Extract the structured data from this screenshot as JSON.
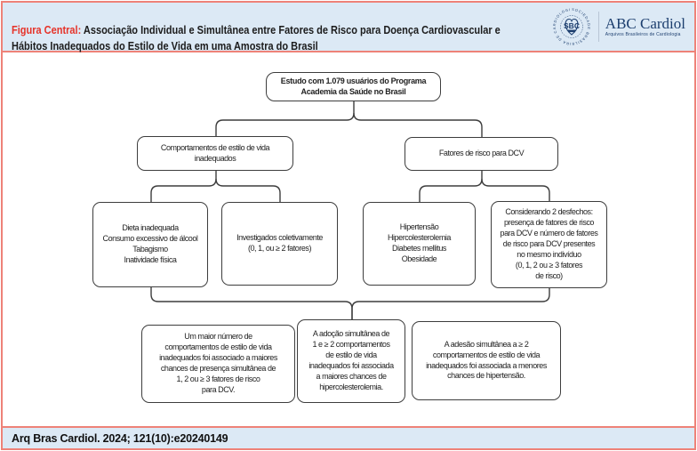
{
  "header": {
    "label": "Figura Central:",
    "title": " Associação Individual e Simultânea entre Fatores de Risco para Doença Cardiovascular e\nHábitos Inadequados do Estilo de Vida em uma Amostra do Brasil",
    "logos": {
      "sbc_ring_text": "SOCIEDADE BRASILEIRA DE CARDIOLOGIA",
      "sbc_acronym": "SBC",
      "abc_title": "ABC Cardiol",
      "abc_subtitle": "Arquivos Brasileiros de Cardiologia"
    }
  },
  "flowchart": {
    "study": {
      "text": "Estudo com 1.079 usuários do Programa\nAcademia da Saúde no Brasil"
    },
    "behaviors": {
      "text": "Comportamentos de estilo de vida\ninadequados"
    },
    "risk_factors": {
      "text": "Fatores de risco para DCV"
    },
    "behavior_list": {
      "text": "Dieta inadequada\nConsumo excessivo de álcool\nTabagismo\nInatividade física"
    },
    "collective": {
      "text": "Investigados coletivamente\n(0, 1, ou ≥ 2 fatores)"
    },
    "risk_list": {
      "text": "Hipertensão\nHipercolesterolemia\nDiabetes mellitus\nObesidade"
    },
    "outcomes": {
      "text": "Considerando 2 desfechos:\npresença de fatores de risco\npara DCV e número de fatores\nde risco para DCV presentes\nno mesmo indivíduo\n(0, 1, 2 ou ≥ 3 fatores\nde risco)"
    },
    "result_1": {
      "text": "Um maior número de\ncomportamentos de estilo de vida\ninadequados foi associado a maiores\nchances de presença simultânea de\n1, 2 ou ≥ 3 fatores de risco\npara DCV."
    },
    "result_2": {
      "text": "A adoção simultânea de\n1 e ≥ 2 comportamentos\nde estilo de vida\ninadequados foi associada\na maiores chances de\nhipercolesterolemia."
    },
    "result_3": {
      "text": "A adesão simultânea a ≥ 2\ncomportamentos de estilo de vida\ninadequados foi associada a menores\nchances de hipertensão."
    }
  },
  "footer": {
    "citation": "Arq Bras Cardiol. 2024; 121(10):e20240149"
  },
  "colors": {
    "border_accent": "#ee8278",
    "band_background": "#dce9f5",
    "title_red": "#e63329",
    "logo_navy": "#1c3e6e",
    "line_gray": "#3d3d3d"
  }
}
